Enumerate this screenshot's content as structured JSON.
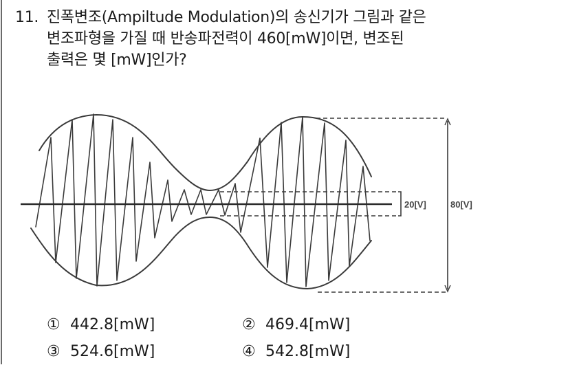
{
  "question": {
    "number": "11.",
    "lines": [
      "진폭변조(Ampiltude Modulation)의 송신기가 그림과 같은",
      "변조파형을 가질 때 반송파전력이 460[mW]이면, 변조된",
      "출력은 몇 [mW]인가?"
    ]
  },
  "figure": {
    "label_min": "20[V]",
    "label_max": "80[V]",
    "envelope_peak_to_peak_max_v": 80,
    "envelope_peak_to_peak_min_v": 20
  },
  "choices": [
    {
      "mark": "①",
      "text": "442.8[mW]"
    },
    {
      "mark": "②",
      "text": "469.4[mW]"
    },
    {
      "mark": "③",
      "text": "524.6[mW]"
    },
    {
      "mark": "④",
      "text": "542.8[mW]"
    }
  ]
}
